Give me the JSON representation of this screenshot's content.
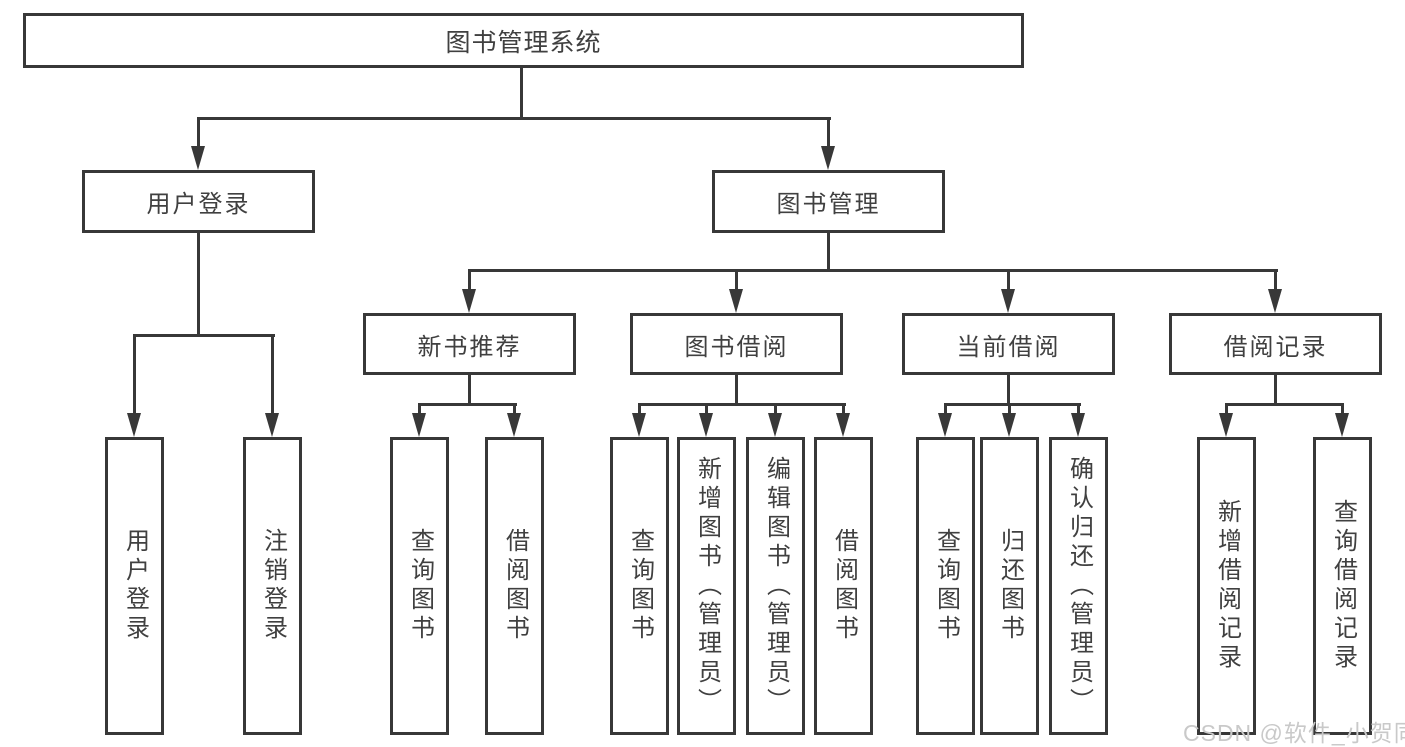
{
  "title": "图书管理系统",
  "watermark": "CSDN @软件_小贺同学",
  "colors": {
    "line": "#383838",
    "text": "#404040",
    "watermark": "#c9c9c9",
    "background": "#ffffff"
  },
  "tree": {
    "root": {
      "label": "图书管理系统"
    },
    "branches": [
      {
        "label": "用户登录",
        "children": [
          {
            "label": "用户登录"
          },
          {
            "label": "注销登录"
          }
        ]
      },
      {
        "label": "图书管理",
        "children": [
          {
            "label": "新书推荐",
            "children": [
              {
                "label": "查询图书"
              },
              {
                "label": "借阅图书"
              }
            ]
          },
          {
            "label": "图书借阅",
            "children": [
              {
                "label": "查询图书"
              },
              {
                "label": "新增图书（管理员）"
              },
              {
                "label": "编辑图书（管理员）"
              },
              {
                "label": "借阅图书"
              }
            ]
          },
          {
            "label": "当前借阅",
            "children": [
              {
                "label": "查询图书"
              },
              {
                "label": "归还图书"
              },
              {
                "label": "确认归还（管理员）"
              }
            ]
          },
          {
            "label": "借阅记录",
            "children": [
              {
                "label": "新增借阅记录"
              },
              {
                "label": "查询借阅记录"
              }
            ]
          }
        ]
      }
    ]
  }
}
